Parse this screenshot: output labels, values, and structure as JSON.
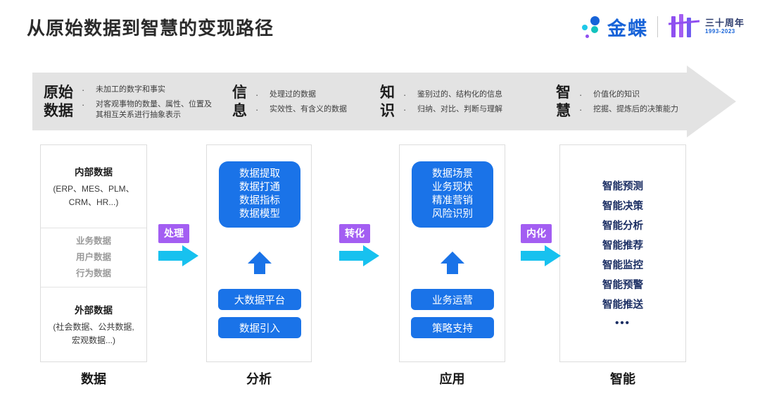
{
  "header": {
    "title": "从原始数据到智慧的变现路径",
    "brand_name": "金蝶",
    "anniversary_top": "三十周年",
    "anniversary_years": "1993-2023"
  },
  "banner": {
    "columns": [
      {
        "title": "原始\n数据",
        "items": [
          "未加工的数字和事实",
          "对客观事物的数量、属性、位置及其相互关系进行抽象表示"
        ]
      },
      {
        "title": "信\n息",
        "items": [
          "处理过的数据",
          "实效性、有含义的数据"
        ]
      },
      {
        "title": "知\n识",
        "items": [
          "鉴别过的、结构化的信息",
          "归纳、对比、判断与理解"
        ]
      },
      {
        "title": "智\n慧",
        "items": [
          "价值化的知识",
          "挖掘、提炼后的决策能力"
        ]
      }
    ]
  },
  "columns": [
    {
      "footer": "数据",
      "sections": {
        "top_head": "内部数据",
        "top_sub": "(ERP、MES、PLM、\nCRM、HR...)",
        "mid_items": [
          "业务数据",
          "用户数据",
          "行为数据"
        ],
        "bot_head": "外部数据",
        "bot_sub": "(社会数据、公共数据,\n宏观数据...)"
      }
    },
    {
      "footer": "分析",
      "block_lines": [
        "数据提取",
        "数据打通",
        "数据指标",
        "数据模型"
      ],
      "pills": [
        "大数据平台",
        "数据引入"
      ]
    },
    {
      "footer": "应用",
      "block_lines": [
        "数据场景",
        "业务现状",
        "精准营销",
        "风险识别"
      ],
      "pills": [
        "业务运营",
        "策略支持"
      ]
    },
    {
      "footer": "智能",
      "smart_items": [
        "智能预测",
        "智能决策",
        "智能分析",
        "智能推荐",
        "智能监控",
        "智能预警",
        "智能推送"
      ],
      "smart_more": "•••"
    }
  ],
  "connectors": [
    {
      "label": "处理"
    },
    {
      "label": "转化"
    },
    {
      "label": "内化"
    }
  ],
  "colors": {
    "banner_bg": "#e3e3e3",
    "brand_blue": "#1763d8",
    "block_blue": "#1a73e8",
    "badge_purple": "#a35ef2",
    "arrow_cyan": "#17c1ef",
    "navy": "#1b2e63",
    "gray_text": "#9a9a9a"
  }
}
